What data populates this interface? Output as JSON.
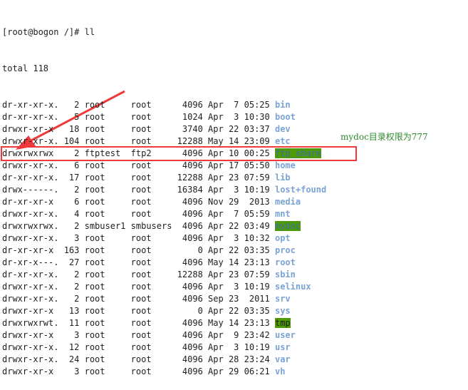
{
  "prompt": "[root@bogon /]# ll",
  "total": "total 118",
  "entries": [
    {
      "perms": "dr-xr-xr-x.",
      "links": "2",
      "owner": "root",
      "group": "root",
      "size": "4096",
      "month": "Apr",
      "day": "7",
      "time": "05:25",
      "name": "bin",
      "style": "dir"
    },
    {
      "perms": "dr-xr-xr-x.",
      "links": "5",
      "owner": "root",
      "group": "root",
      "size": "1024",
      "month": "Apr",
      "day": "3",
      "time": "10:30",
      "name": "boot",
      "style": "dir"
    },
    {
      "perms": "drwxr-xr-x",
      "links": "18",
      "owner": "root",
      "group": "root",
      "size": "3740",
      "month": "Apr",
      "day": "22",
      "time": "03:37",
      "name": "dev",
      "style": "dir"
    },
    {
      "perms": "drwxr-xr-x.",
      "links": "104",
      "owner": "root",
      "group": "root",
      "size": "12288",
      "month": "May",
      "day": "14",
      "time": "23:09",
      "name": "etc",
      "style": "dir"
    },
    {
      "perms": "drwxrwxrwx",
      "links": "2",
      "owner": "ftptest",
      "group": "ftp2",
      "size": "4096",
      "month": "Apr",
      "day": "10",
      "time": "00:25",
      "name": "ftp_share",
      "style": "other-writable"
    },
    {
      "perms": "drwxr-xr-x.",
      "links": "6",
      "owner": "root",
      "group": "root",
      "size": "4096",
      "month": "Apr",
      "day": "17",
      "time": "05:50",
      "name": "home",
      "style": "dir"
    },
    {
      "perms": "dr-xr-xr-x.",
      "links": "17",
      "owner": "root",
      "group": "root",
      "size": "12288",
      "month": "Apr",
      "day": "23",
      "time": "07:59",
      "name": "lib",
      "style": "dir"
    },
    {
      "perms": "drwx------.",
      "links": "2",
      "owner": "root",
      "group": "root",
      "size": "16384",
      "month": "Apr",
      "day": "3",
      "time": "10:19",
      "name": "lost+found",
      "style": "dir"
    },
    {
      "perms": "dr-xr-xr-x",
      "links": "6",
      "owner": "root",
      "group": "root",
      "size": "4096",
      "month": "Nov",
      "day": "29",
      "time": "2013",
      "name": "media",
      "style": "dir"
    },
    {
      "perms": "drwxr-xr-x.",
      "links": "4",
      "owner": "root",
      "group": "root",
      "size": "4096",
      "month": "Apr",
      "day": "7",
      "time": "05:59",
      "name": "mnt",
      "style": "dir"
    },
    {
      "perms": "drwxrwxrwx.",
      "links": "2",
      "owner": "smbuser1",
      "group": "smbusers",
      "size": "4096",
      "month": "Apr",
      "day": "22",
      "time": "03:49",
      "name": "mydoc",
      "style": "other-writable"
    },
    {
      "perms": "drwxr-xr-x.",
      "links": "3",
      "owner": "root",
      "group": "root",
      "size": "4096",
      "month": "Apr",
      "day": "3",
      "time": "10:32",
      "name": "opt",
      "style": "dir"
    },
    {
      "perms": "dr-xr-xr-x",
      "links": "163",
      "owner": "root",
      "group": "root",
      "size": "0",
      "month": "Apr",
      "day": "22",
      "time": "03:35",
      "name": "proc",
      "style": "dir"
    },
    {
      "perms": "dr-xr-x---.",
      "links": "27",
      "owner": "root",
      "group": "root",
      "size": "4096",
      "month": "May",
      "day": "14",
      "time": "23:13",
      "name": "root",
      "style": "dir"
    },
    {
      "perms": "dr-xr-xr-x.",
      "links": "2",
      "owner": "root",
      "group": "root",
      "size": "12288",
      "month": "Apr",
      "day": "23",
      "time": "07:59",
      "name": "sbin",
      "style": "dir"
    },
    {
      "perms": "drwxr-xr-x.",
      "links": "2",
      "owner": "root",
      "group": "root",
      "size": "4096",
      "month": "Apr",
      "day": "3",
      "time": "10:19",
      "name": "selinux",
      "style": "dir"
    },
    {
      "perms": "drwxr-xr-x.",
      "links": "2",
      "owner": "root",
      "group": "root",
      "size": "4096",
      "month": "Sep",
      "day": "23",
      "time": "2011",
      "name": "srv",
      "style": "dir"
    },
    {
      "perms": "drwxr-xr-x",
      "links": "13",
      "owner": "root",
      "group": "root",
      "size": "0",
      "month": "Apr",
      "day": "22",
      "time": "03:35",
      "name": "sys",
      "style": "dir"
    },
    {
      "perms": "drwxrwxrwt.",
      "links": "11",
      "owner": "root",
      "group": "root",
      "size": "4096",
      "month": "May",
      "day": "14",
      "time": "23:13",
      "name": "tmp",
      "style": "sticky"
    },
    {
      "perms": "drwxr-xr-x",
      "links": "3",
      "owner": "root",
      "group": "root",
      "size": "4096",
      "month": "Apr",
      "day": "9",
      "time": "23:42",
      "name": "user",
      "style": "dir"
    },
    {
      "perms": "drwxr-xr-x.",
      "links": "12",
      "owner": "root",
      "group": "root",
      "size": "4096",
      "month": "Apr",
      "day": "3",
      "time": "10:19",
      "name": "usr",
      "style": "dir"
    },
    {
      "perms": "drwxr-xr-x.",
      "links": "24",
      "owner": "root",
      "group": "root",
      "size": "4096",
      "month": "Apr",
      "day": "28",
      "time": "23:24",
      "name": "var",
      "style": "dir"
    },
    {
      "perms": "drwxr-xr-x",
      "links": "3",
      "owner": "root",
      "group": "root",
      "size": "4096",
      "month": "Apr",
      "day": "29",
      "time": "06:21",
      "name": "vh",
      "style": "dir"
    }
  ],
  "annotation": {
    "text": "mydoc目录权限为777",
    "color": "#2e8b2e",
    "highlight_color": "#f0393b"
  },
  "colors": {
    "dir": "#7aa3d6",
    "other_writable_bg": "#4e9a06"
  }
}
